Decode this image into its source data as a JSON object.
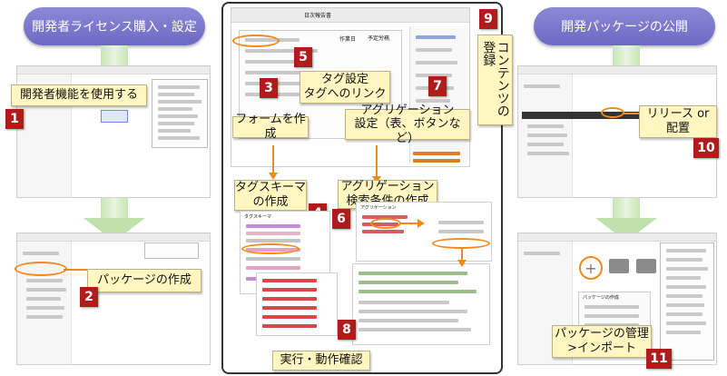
{
  "headers": {
    "left": "開発者ライセンス購入・設定",
    "right": "開発パッケージの公開"
  },
  "steps": [
    {
      "num": "1",
      "label": "開発者機能を使用する"
    },
    {
      "num": "2",
      "label": "パッケージの作成"
    },
    {
      "num": "3",
      "label": "フォームを作成"
    },
    {
      "num": "4",
      "label": "タグスキーマ\nの作成"
    },
    {
      "num": "5",
      "label": "タグ設定\nタグへのリンク"
    },
    {
      "num": "6",
      "label": "アグリゲーション\n検索条件の作成"
    },
    {
      "num": "7",
      "label": "アグリゲーション\n設定（表、ボタンなど）"
    },
    {
      "num": "8",
      "label": "実行・動作確認"
    },
    {
      "num": "9",
      "label": "コンテンツの登録"
    },
    {
      "num": "10",
      "label": "リリース or\n配置"
    },
    {
      "num": "11",
      "label": "パッケージの管理\n>インポート"
    }
  ],
  "mini_text": {
    "form_title": "日次報告書",
    "tab1": "作業日",
    "tab2": "予定労務",
    "tag_label": "タグスキーマ",
    "agg_label": "アグリゲーション",
    "pkg_label": "パッケージの作成"
  },
  "colors": {
    "pill": "#7b78cc",
    "arrow": "#c8e6b8",
    "callout": "#fff6c2",
    "badge": "#b01c1c",
    "orange": "#f08a1e"
  }
}
